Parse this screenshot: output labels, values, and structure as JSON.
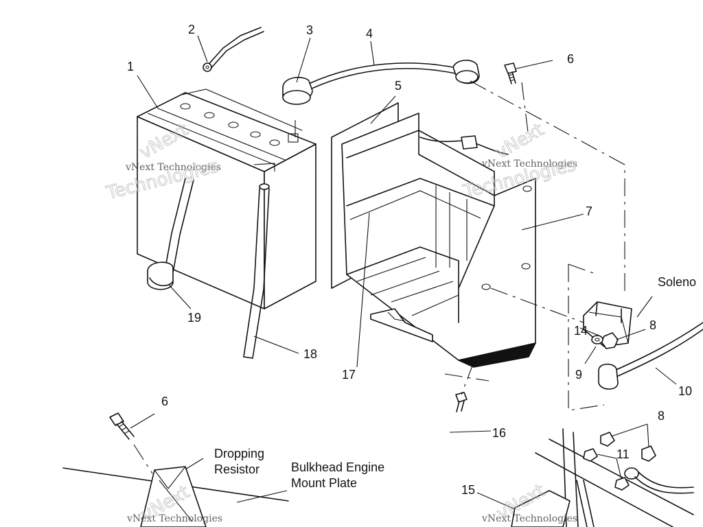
{
  "callouts": {
    "c1": "1",
    "c2": "2",
    "c3": "3",
    "c4": "4",
    "c5": "5",
    "c6a": "6",
    "c6b": "6",
    "c7": "7",
    "c8a": "8",
    "c8b": "8",
    "c9": "9",
    "c10": "10",
    "c11": "11",
    "c14": "14",
    "c15": "15",
    "c16": "16",
    "c17": "17",
    "c18": "18",
    "c19": "19"
  },
  "labels": {
    "solenoid": "Soleno",
    "dropping_resistor_1": "Dropping",
    "dropping_resistor_2": "Resistor",
    "bulkhead_1": "Bulkhead Engine",
    "bulkhead_2": "Mount Plate"
  },
  "watermark": {
    "line1": "vNext Technologies",
    "line2": "Technologies",
    "line3": "vNext"
  }
}
